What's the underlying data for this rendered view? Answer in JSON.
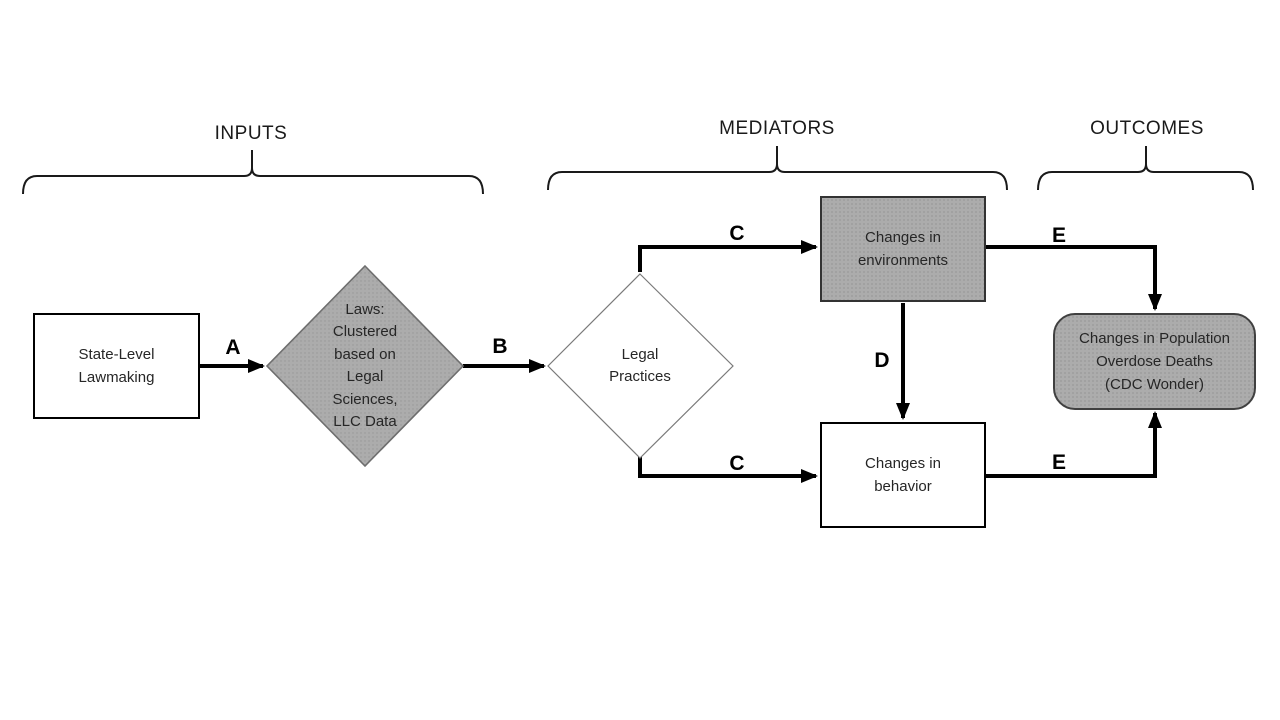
{
  "sections": {
    "inputs": "INPUTS",
    "mediators": "MEDIATORS",
    "outcomes": "OUTCOMES"
  },
  "nodes": {
    "state_level_lawmaking": "State-Level\nLawmaking",
    "laws_clustered": "Laws:\nClustered\nbased on\nLegal\nSciences,\nLLC Data",
    "legal_practices": "Legal\nPractices",
    "changes_environments": "Changes in\nenvironments",
    "changes_behavior": "Changes in\nbehavior",
    "overdose_deaths": "Changes in Population\nOverdose Deaths\n(CDC Wonder)"
  },
  "edge_labels": {
    "a": "A",
    "b": "B",
    "c_top": "C",
    "c_bottom": "C",
    "d": "D",
    "e_top": "E",
    "e_bottom": "E"
  },
  "colors": {
    "background": "#ffffff",
    "shape_gray_fill": "#acacac",
    "shape_gray_dot": "#979797",
    "gray_shape_border": "#6e6e6e",
    "dark_box_border": "#333333",
    "black_box_border": "#000000",
    "arrow": "#000000",
    "node_text": "#262626"
  }
}
